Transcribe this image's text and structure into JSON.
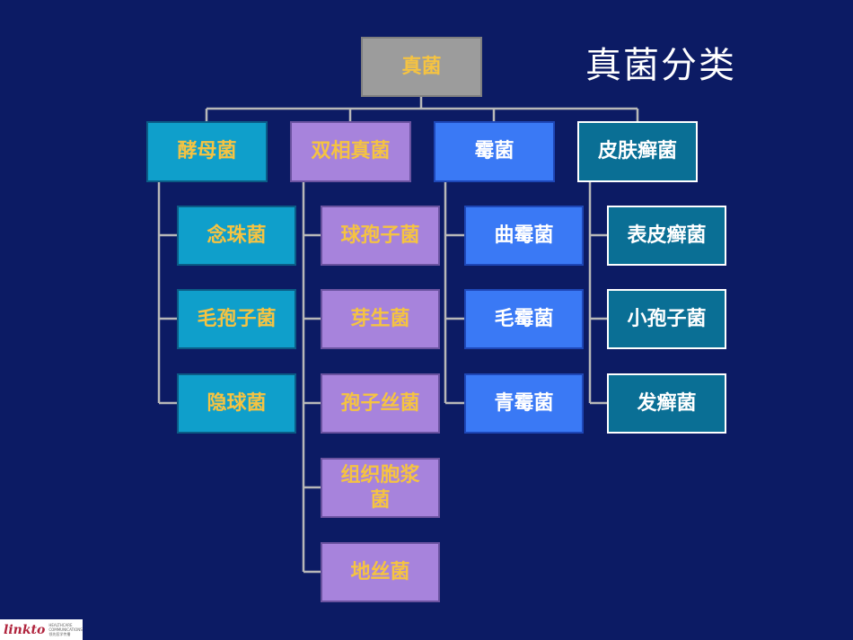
{
  "title": "真菌分类",
  "root": {
    "label": "真菌"
  },
  "groups": [
    {
      "label": "酵母菌",
      "items": [
        "念珠菌",
        "毛孢子菌",
        "隐球菌"
      ]
    },
    {
      "label": "双相真菌",
      "items": [
        "球孢子菌",
        "芽生菌",
        "孢子丝菌",
        "组织胞浆菌",
        "地丝菌"
      ]
    },
    {
      "label": "霉菌",
      "items": [
        "曲霉菌",
        "毛霉菌",
        "青霉菌"
      ]
    },
    {
      "label": "皮肤癣菌",
      "items": [
        "表皮癣菌",
        "小孢子菌",
        "发癣菌"
      ]
    }
  ],
  "logo": {
    "wordmark": "linkto",
    "line1": "HEALTHCARE",
    "line2": "COMMUNICATIONS",
    "line3": "领先医学传播"
  }
}
